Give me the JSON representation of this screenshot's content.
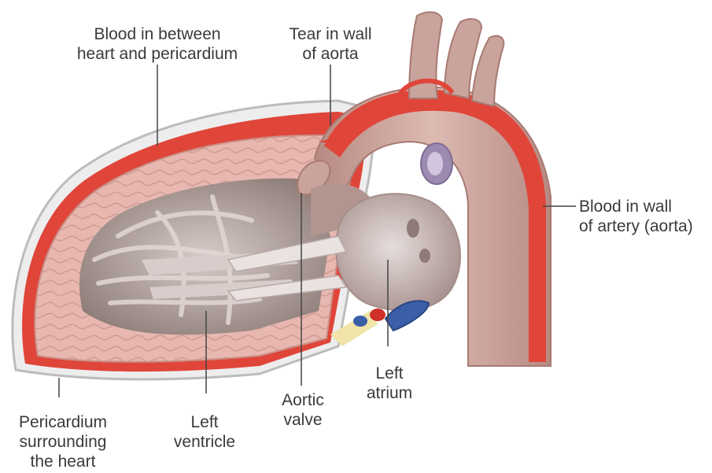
{
  "labels": {
    "blood_between": [
      "Blood in between",
      "heart and pericardium"
    ],
    "tear": [
      "Tear in wall",
      "of aorta"
    ],
    "blood_wall": [
      "Blood in wall",
      "of artery (aorta)"
    ],
    "pericardium": [
      "Pericardium",
      "surrounding",
      "the heart"
    ],
    "left_ventricle": [
      "Left",
      "ventricle"
    ],
    "aortic_valve": [
      "Aortic",
      "valve"
    ],
    "left_atrium": [
      "Left",
      "atrium"
    ]
  },
  "colors": {
    "blood": "#e0453a",
    "muscle": "#e8b8b0",
    "muscle_line": "#c98f86",
    "cavity": "#b7aaa6",
    "aorta": "#c9a49c",
    "atrium": "#cfc3c1",
    "pericardium": "#d7d7d7",
    "leader": "#444444"
  }
}
